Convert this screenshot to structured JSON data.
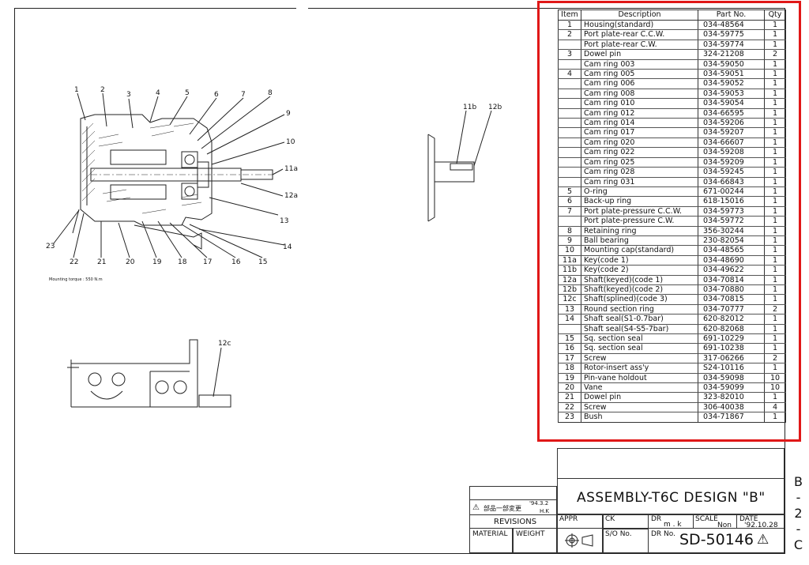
{
  "parts_list": {
    "headers": {
      "item": "Item",
      "description": "Description",
      "part_no": "Part No.",
      "qty": "Qty"
    },
    "rows": [
      {
        "item": "1",
        "description": "Housing(standard)",
        "part_no": "034-48564",
        "qty": "1"
      },
      {
        "item": "2",
        "description": "Port plate-rear C.C.W.",
        "part_no": "034-59775",
        "qty": "1"
      },
      {
        "item": "",
        "description": "Port plate-rear C.W.",
        "part_no": "034-59774",
        "qty": "1"
      },
      {
        "item": "3",
        "description": "Dowel pin",
        "part_no": "324-21208",
        "qty": "2"
      },
      {
        "item": "",
        "description": "Cam ring  003",
        "part_no": "034-59050",
        "qty": "1"
      },
      {
        "item": "4",
        "description": "Cam ring  005",
        "part_no": "034-59051",
        "qty": "1"
      },
      {
        "item": "",
        "description": "Cam ring  006",
        "part_no": "034-59052",
        "qty": "1"
      },
      {
        "item": "",
        "description": "Cam ring  008",
        "part_no": "034-59053",
        "qty": "1"
      },
      {
        "item": "",
        "description": "Cam ring  010",
        "part_no": "034-59054",
        "qty": "1"
      },
      {
        "item": "",
        "description": "Cam ring  012",
        "part_no": "034-66595",
        "qty": "1"
      },
      {
        "item": "",
        "description": "Cam ring  014",
        "part_no": "034-59206",
        "qty": "1"
      },
      {
        "item": "",
        "description": "Cam ring  017",
        "part_no": "034-59207",
        "qty": "1"
      },
      {
        "item": "",
        "description": "Cam ring  020",
        "part_no": "034-66607",
        "qty": "1"
      },
      {
        "item": "",
        "description": "Cam ring  022",
        "part_no": "034-59208",
        "qty": "1"
      },
      {
        "item": "",
        "description": "Cam ring  025",
        "part_no": "034-59209",
        "qty": "1"
      },
      {
        "item": "",
        "description": "Cam ring  028",
        "part_no": "034-59245",
        "qty": "1"
      },
      {
        "item": "",
        "description": "Cam ring  031",
        "part_no": "034-66843",
        "qty": "1"
      },
      {
        "item": "5",
        "description": "O-ring",
        "part_no": "671-00244",
        "qty": "1"
      },
      {
        "item": "6",
        "description": "Back-up ring",
        "part_no": "618-15016",
        "qty": "1"
      },
      {
        "item": "7",
        "description": "Port plate-pressure C.C.W.",
        "part_no": "034-59773",
        "qty": "1"
      },
      {
        "item": "",
        "description": "Port plate-pressure C.W.",
        "part_no": "034-59772",
        "qty": "1"
      },
      {
        "item": "8",
        "description": "Retaining ring",
        "part_no": "356-30244",
        "qty": "1"
      },
      {
        "item": "9",
        "description": "Ball bearing",
        "part_no": "230-82054",
        "qty": "1"
      },
      {
        "item": "10",
        "description": "Mounting cap(standard)",
        "part_no": "034-48565",
        "qty": "1"
      },
      {
        "item": "11a",
        "description": "Key(code 1)",
        "part_no": "034-48690",
        "qty": "1"
      },
      {
        "item": "11b",
        "description": "Key(code 2)",
        "part_no": "034-49622",
        "qty": "1"
      },
      {
        "item": "12a",
        "description": "Shaft(keyed)(code 1)",
        "part_no": "034-70814",
        "qty": "1"
      },
      {
        "item": "12b",
        "description": "Shaft(keyed)(code 2)",
        "part_no": "034-70880",
        "qty": "1"
      },
      {
        "item": "12c",
        "description": "Shaft(splined)(code 3)",
        "part_no": "034-70815",
        "qty": "1"
      },
      {
        "item": "13",
        "description": "Round section ring",
        "part_no": "034-70777",
        "qty": "2"
      },
      {
        "item": "14",
        "description": "Shaft seal(S1-0.7bar)",
        "part_no": "620-82012",
        "qty": "1"
      },
      {
        "item": "",
        "description": "Shaft seal(S4-S5-7bar)",
        "part_no": "620-82068",
        "qty": "1"
      },
      {
        "item": "15",
        "description": "Sq. section seal",
        "part_no": "691-10229",
        "qty": "1"
      },
      {
        "item": "16",
        "description": "Sq. section seal",
        "part_no": "691-10238",
        "qty": "1"
      },
      {
        "item": "17",
        "description": "Screw",
        "part_no": "317-06266",
        "qty": "2"
      },
      {
        "item": "18",
        "description": "Rotor-insert ass'y",
        "part_no": "S24-10116",
        "qty": "1"
      },
      {
        "item": "19",
        "description": "Pin-vane holdout",
        "part_no": "034-59098",
        "qty": "10"
      },
      {
        "item": "20",
        "description": "Vane",
        "part_no": "034-59099",
        "qty": "10"
      },
      {
        "item": "21",
        "description": "Dowel pin",
        "part_no": "323-82010",
        "qty": "1"
      },
      {
        "item": "22",
        "description": "Screw",
        "part_no": "306-40038",
        "qty": "4"
      },
      {
        "item": "23",
        "description": "Bush",
        "part_no": "034-71867",
        "qty": "1"
      }
    ]
  },
  "drawing": {
    "balloons_top": [
      "1",
      "2",
      "3",
      "4",
      "5",
      "6",
      "7",
      "8"
    ],
    "balloons_right": [
      "9",
      "10",
      "11a",
      "12a",
      "13",
      "14"
    ],
    "balloons_bottom": [
      "23",
      "22",
      "21",
      "20",
      "19",
      "18",
      "17",
      "16",
      "15"
    ],
    "mounting_note": "Mounting torque : 550 N.m",
    "side_view_labels": [
      "11b",
      "12b"
    ],
    "small_view_label": "12c"
  },
  "title_block": {
    "title": "ASSEMBLY-T6C DESIGN \"B\"",
    "revision_note": "部品一部変更",
    "revision_date": "'94.3.2",
    "revision_initials": "H.K",
    "revisions_label": "REVISIONS",
    "material_label": "MATERIAL",
    "weight_label": "WEIGHT",
    "appr_label": "APPR",
    "ck_label": "CK",
    "dr_label": "DR",
    "dr_initials": "m . k",
    "scale_label": "SCALE",
    "scale_value": "Non",
    "date_label": "DATE",
    "date_value": "'92.10.28",
    "so_label": "S/O No.",
    "drno_label": "DR No.",
    "drawing_number": "SD-50146",
    "sheet_code": "B-2-C"
  }
}
